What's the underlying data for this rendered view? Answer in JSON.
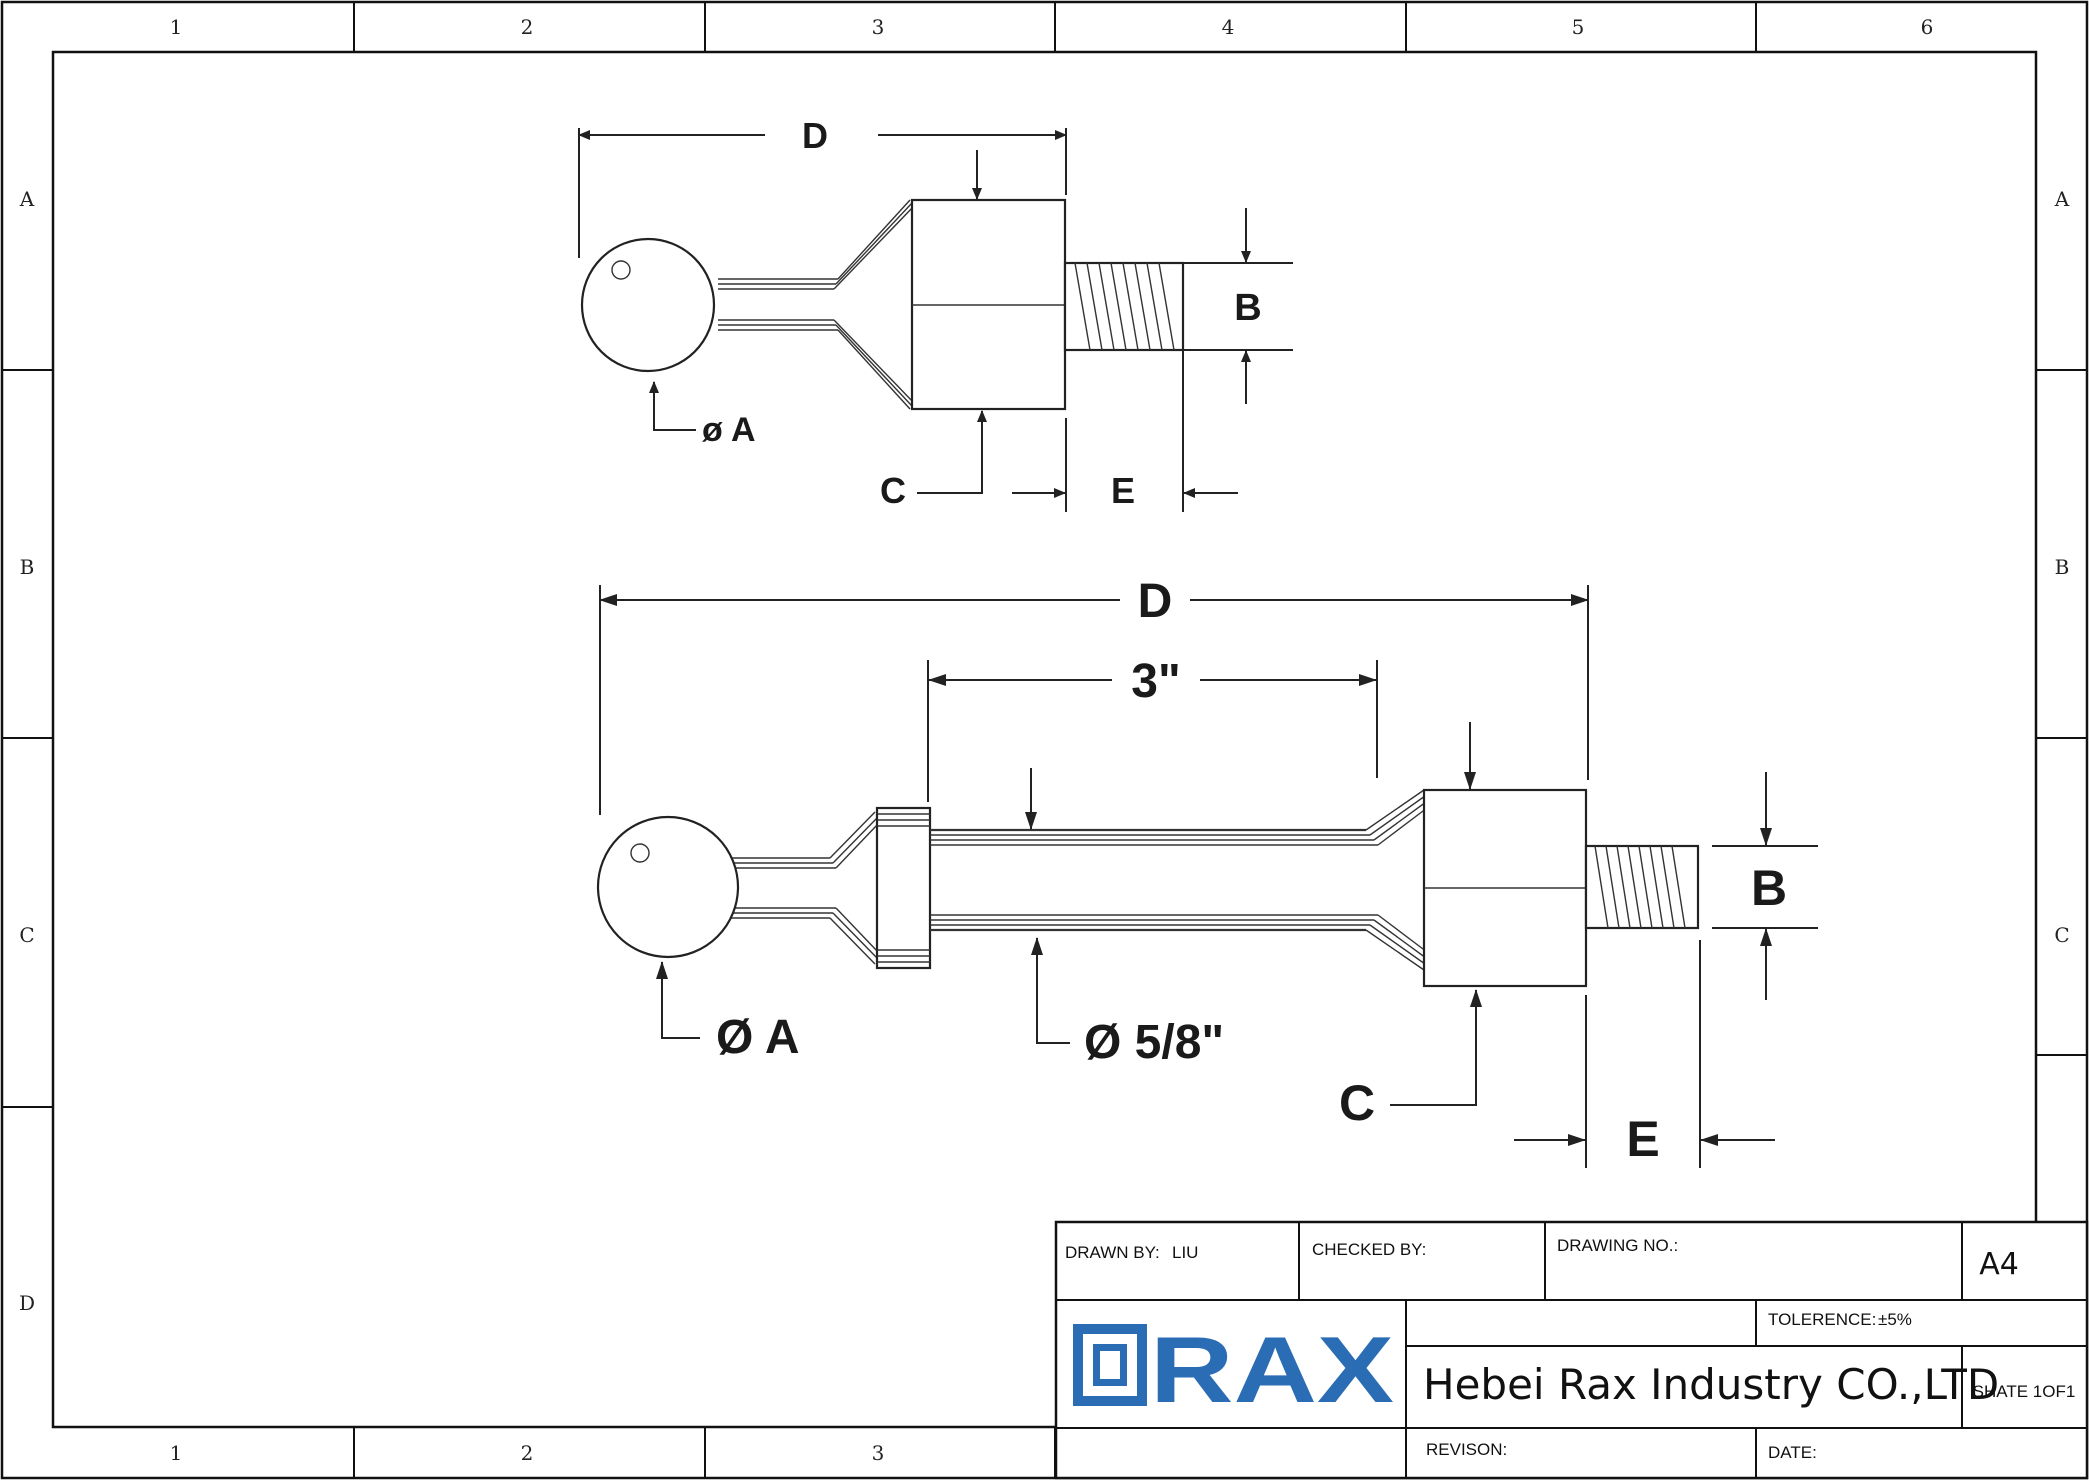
{
  "zones": {
    "columns": [
      "1",
      "2",
      "3",
      "4",
      "5",
      "6"
    ],
    "columns_bottom": [
      "1",
      "2",
      "3"
    ],
    "rows": [
      "A",
      "B",
      "C",
      "D"
    ],
    "rows_right": [
      "A",
      "B",
      "C"
    ]
  },
  "drawing_small": {
    "dim_d": "D",
    "dim_b": "B",
    "dim_c": "C",
    "dim_e": "E",
    "dim_a": "ø A"
  },
  "drawing_large": {
    "dim_d": "D",
    "dim_length": "3\"",
    "dim_b": "B",
    "dim_c": "C",
    "dim_e": "E",
    "dim_a": "Ø A",
    "dim_shaft": "Ø 5/8\""
  },
  "title_block": {
    "drawn_by_label": "DRAWN BY:",
    "drawn_by_value": "LIU",
    "checked_by_label": "CHECKED BY:",
    "drawing_no_label": "DRAWING NO.:",
    "size": "A4",
    "tolerance_label": "TOLERENCE:",
    "tolerance_value": "±5%",
    "logo_text": "RAX",
    "company": "Hebei Rax Industry CO.,LTD",
    "sheet": "SHATE 1OF1",
    "revision_label": "REVISON:",
    "date_label": "DATE:",
    "brand_color": "#2a6db5"
  }
}
